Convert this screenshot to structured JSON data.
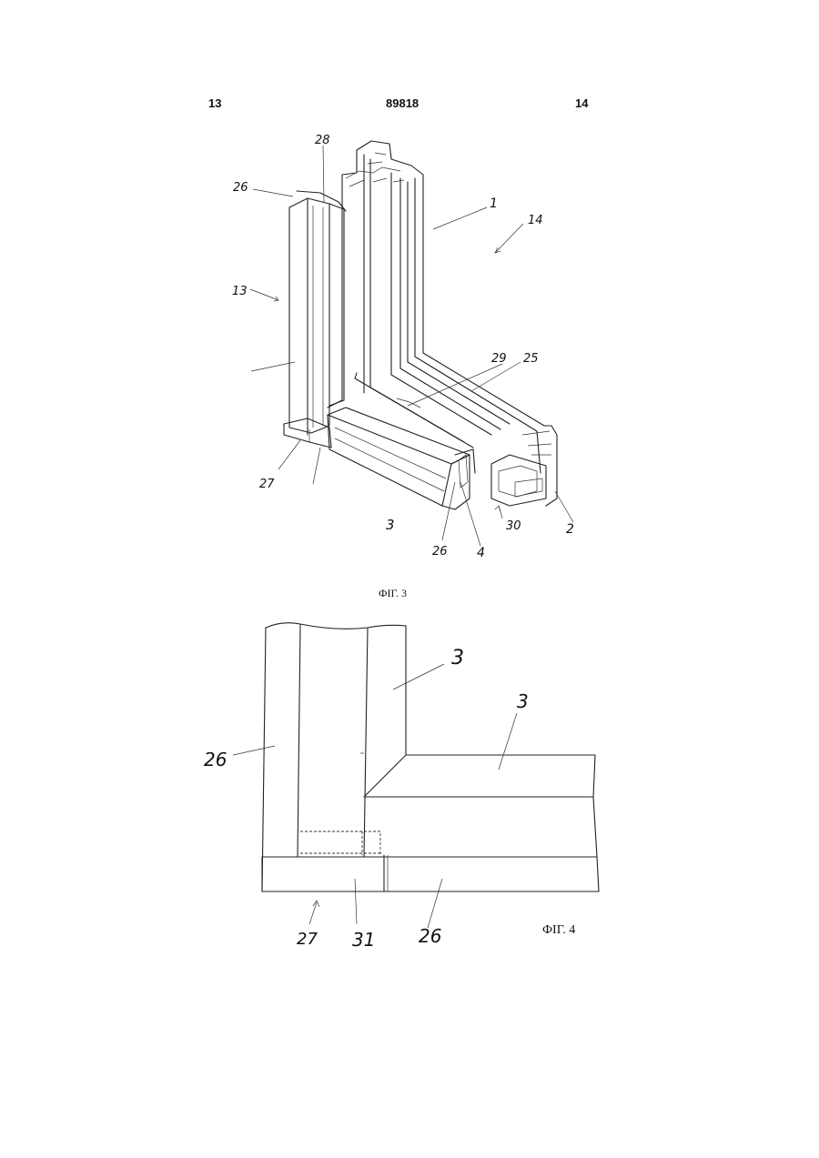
{
  "header": {
    "page_left": "13",
    "patent_number": "89818",
    "page_right": "14"
  },
  "fig3": {
    "caption": "ФIГ. 3",
    "labels": {
      "l28": "28",
      "l26a": "26",
      "l13": "13",
      "l1": "1",
      "l14": "14",
      "l29": "29",
      "l25": "25",
      "l27": "27",
      "l3": "3",
      "l26b": "26",
      "l4": "4",
      "l30": "30",
      "l2": "2"
    }
  },
  "fig4": {
    "caption": "ФIГ. 4",
    "labels": {
      "l3a": "3",
      "l3b": "3",
      "l26a": "26",
      "l27": "27",
      "l31": "31",
      "l26b": "26"
    }
  }
}
